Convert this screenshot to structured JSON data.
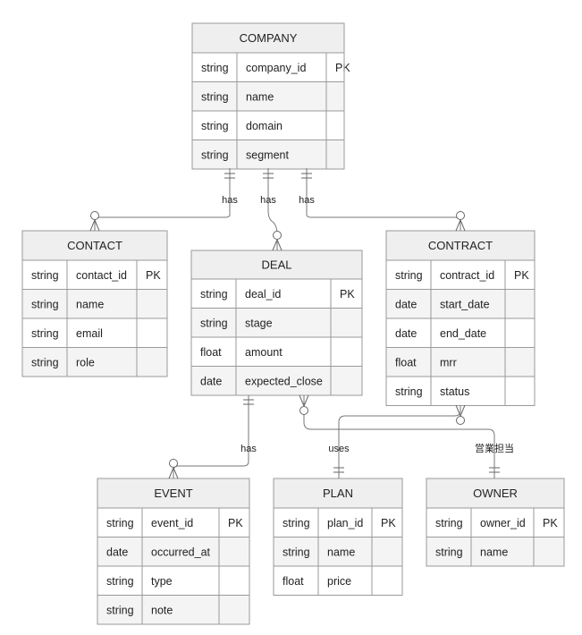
{
  "entities": [
    {
      "name": "COMPANY",
      "attributes": [
        {
          "type": "string",
          "name": "company_id",
          "key": "PK"
        },
        {
          "type": "string",
          "name": "name",
          "key": ""
        },
        {
          "type": "string",
          "name": "domain",
          "key": ""
        },
        {
          "type": "string",
          "name": "segment",
          "key": ""
        }
      ]
    },
    {
      "name": "CONTACT",
      "attributes": [
        {
          "type": "string",
          "name": "contact_id",
          "key": "PK"
        },
        {
          "type": "string",
          "name": "name",
          "key": ""
        },
        {
          "type": "string",
          "name": "email",
          "key": ""
        },
        {
          "type": "string",
          "name": "role",
          "key": ""
        }
      ]
    },
    {
      "name": "DEAL",
      "attributes": [
        {
          "type": "string",
          "name": "deal_id",
          "key": "PK"
        },
        {
          "type": "string",
          "name": "stage",
          "key": ""
        },
        {
          "type": "float",
          "name": "amount",
          "key": ""
        },
        {
          "type": "date",
          "name": "expected_close",
          "key": ""
        }
      ]
    },
    {
      "name": "CONTRACT",
      "attributes": [
        {
          "type": "string",
          "name": "contract_id",
          "key": "PK"
        },
        {
          "type": "date",
          "name": "start_date",
          "key": ""
        },
        {
          "type": "date",
          "name": "end_date",
          "key": ""
        },
        {
          "type": "float",
          "name": "mrr",
          "key": ""
        },
        {
          "type": "string",
          "name": "status",
          "key": ""
        }
      ]
    },
    {
      "name": "EVENT",
      "attributes": [
        {
          "type": "string",
          "name": "event_id",
          "key": "PK"
        },
        {
          "type": "date",
          "name": "occurred_at",
          "key": ""
        },
        {
          "type": "string",
          "name": "type",
          "key": ""
        },
        {
          "type": "string",
          "name": "note",
          "key": ""
        }
      ]
    },
    {
      "name": "PLAN",
      "attributes": [
        {
          "type": "string",
          "name": "plan_id",
          "key": "PK"
        },
        {
          "type": "string",
          "name": "name",
          "key": ""
        },
        {
          "type": "float",
          "name": "price",
          "key": ""
        }
      ]
    },
    {
      "name": "OWNER",
      "attributes": [
        {
          "type": "string",
          "name": "owner_id",
          "key": "PK"
        },
        {
          "type": "string",
          "name": "name",
          "key": ""
        }
      ]
    }
  ],
  "relationships": [
    {
      "from": "COMPANY",
      "to": "CONTACT",
      "label": "has",
      "from_card": "exactly-one",
      "to_card": "zero-or-many"
    },
    {
      "from": "COMPANY",
      "to": "DEAL",
      "label": "has",
      "from_card": "exactly-one",
      "to_card": "zero-or-many"
    },
    {
      "from": "COMPANY",
      "to": "CONTRACT",
      "label": "has",
      "from_card": "exactly-one",
      "to_card": "zero-or-many"
    },
    {
      "from": "DEAL",
      "to": "EVENT",
      "label": "has",
      "from_card": "exactly-one",
      "to_card": "zero-or-many"
    },
    {
      "from": "CONTRACT",
      "to": "PLAN",
      "label": "uses",
      "from_card": "zero-or-many",
      "to_card": "exactly-one"
    },
    {
      "from": "DEAL",
      "to": "OWNER",
      "label": "営業担当",
      "from_card": "zero-or-many",
      "to_card": "exactly-one"
    }
  ],
  "colors": {
    "header_fill": "#efefef",
    "row_fill_a": "#ffffff",
    "row_fill_b": "#f4f4f4",
    "border": "#9a9a9a",
    "line": "#777777",
    "text": "#222222"
  }
}
